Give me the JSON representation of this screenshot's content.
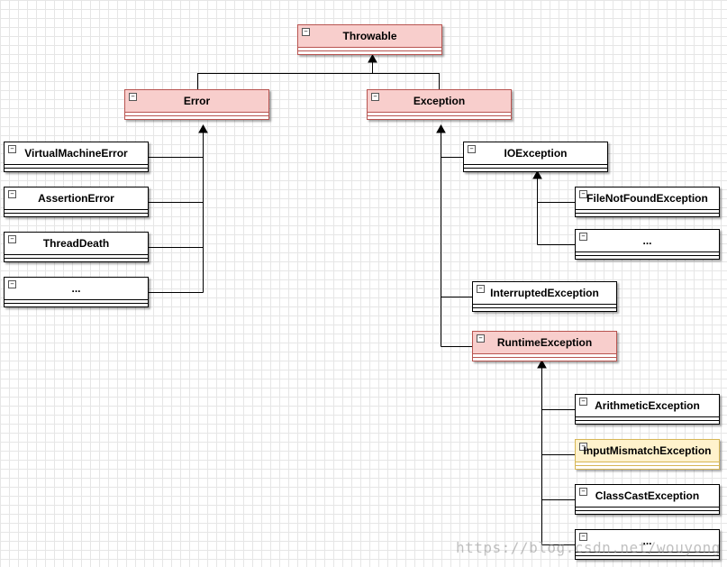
{
  "diagram": {
    "toggle_symbol": "−",
    "classes": {
      "throwable": "Throwable",
      "error": "Error",
      "exception": "Exception",
      "virtual_machine_error": "VirtualMachineError",
      "assertion_error": "AssertionError",
      "thread_death": "ThreadDeath",
      "error_more": "...",
      "io_exception": "IOException",
      "file_not_found_exception": "FileNotFoundException",
      "io_more": "...",
      "interrupted_exception": "InterruptedException",
      "runtime_exception": "RuntimeException",
      "arithmetic_exception": "ArithmeticException",
      "input_mismatch_exception": "InputMismatchException",
      "class_cast_exception": "ClassCastException",
      "runtime_more": "..."
    },
    "colors": {
      "highlight_fill": "#f8cecc",
      "highlight_stroke": "#b85450",
      "selected_fill": "#fff2cc",
      "selected_stroke": "#d6b656",
      "connector": "#000000"
    },
    "watermark": "https://blog.csdn.net/wouyong"
  }
}
